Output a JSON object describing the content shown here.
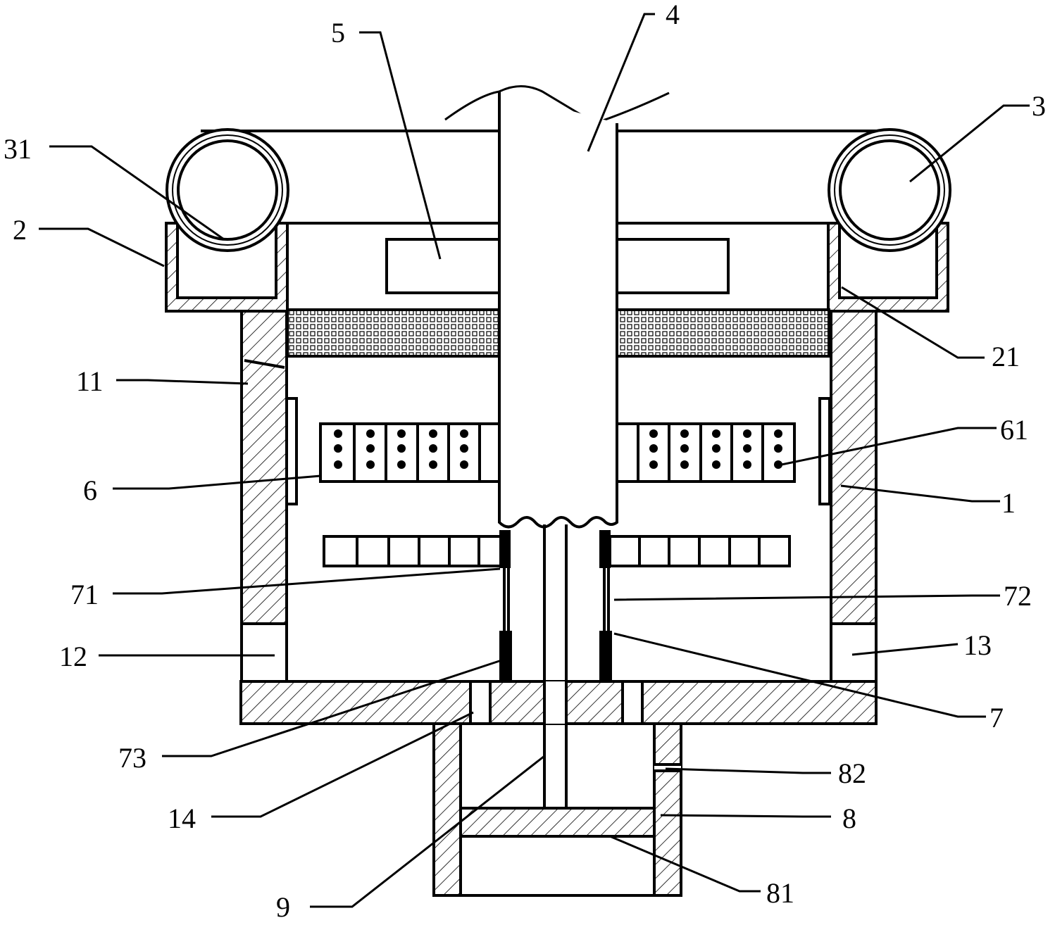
{
  "labels": {
    "l1": "1",
    "l2": "2",
    "l3": "3",
    "l4": "4",
    "l5": "5",
    "l6": "6",
    "l7": "7",
    "l8": "8",
    "l9": "9",
    "l11": "11",
    "l12": "12",
    "l13": "13",
    "l14": "14",
    "l21": "21",
    "l31": "31",
    "l61": "61",
    "l71": "71",
    "l72": "72",
    "l73": "73",
    "l81": "81",
    "l82": "82"
  },
  "colors": {
    "stroke": "#000000",
    "background": "#ffffff"
  }
}
